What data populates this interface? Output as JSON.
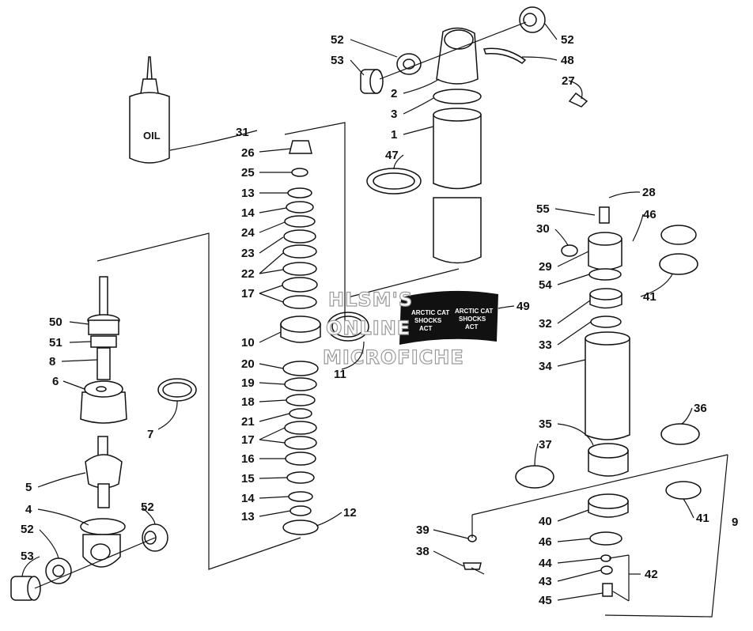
{
  "oil_label": "OIL",
  "decal": {
    "line1": "ARCTIC CAT",
    "line2": "SHOCKS",
    "logo": "ACT"
  },
  "watermark": [
    "HLSM'S",
    "ONLINE",
    "MICROFICHE"
  ],
  "callouts": {
    "c1": "1",
    "c2": "2",
    "c3": "3",
    "c4": "4",
    "c5": "5",
    "c6": "6",
    "c7": "7",
    "c8": "8",
    "c9": "9",
    "c10": "10",
    "c11": "11",
    "c12": "12",
    "c13a": "13",
    "c13b": "13",
    "c14a": "14",
    "c14b": "14",
    "c15": "15",
    "c16": "16",
    "c17a": "17",
    "c17b": "17",
    "c18": "18",
    "c19": "19",
    "c20": "20",
    "c21": "21",
    "c22": "22",
    "c23": "23",
    "c24": "24",
    "c25": "25",
    "c26": "26",
    "c27": "27",
    "c28": "28",
    "c29": "29",
    "c30": "30",
    "c31": "31",
    "c32": "32",
    "c33": "33",
    "c34": "34",
    "c35": "35",
    "c36": "36",
    "c37": "37",
    "c38": "38",
    "c39": "39",
    "c40": "40",
    "c41a": "41",
    "c41b": "41",
    "c42": "42",
    "c43": "43",
    "c44": "44",
    "c45": "45",
    "c46a": "46",
    "c46b": "46",
    "c47": "47",
    "c48": "48",
    "c49": "49",
    "c50": "50",
    "c51": "51",
    "c52a": "52",
    "c52b": "52",
    "c52c": "52",
    "c52d": "52",
    "c53a": "53",
    "c53b": "53",
    "c54": "54",
    "c55": "55"
  }
}
